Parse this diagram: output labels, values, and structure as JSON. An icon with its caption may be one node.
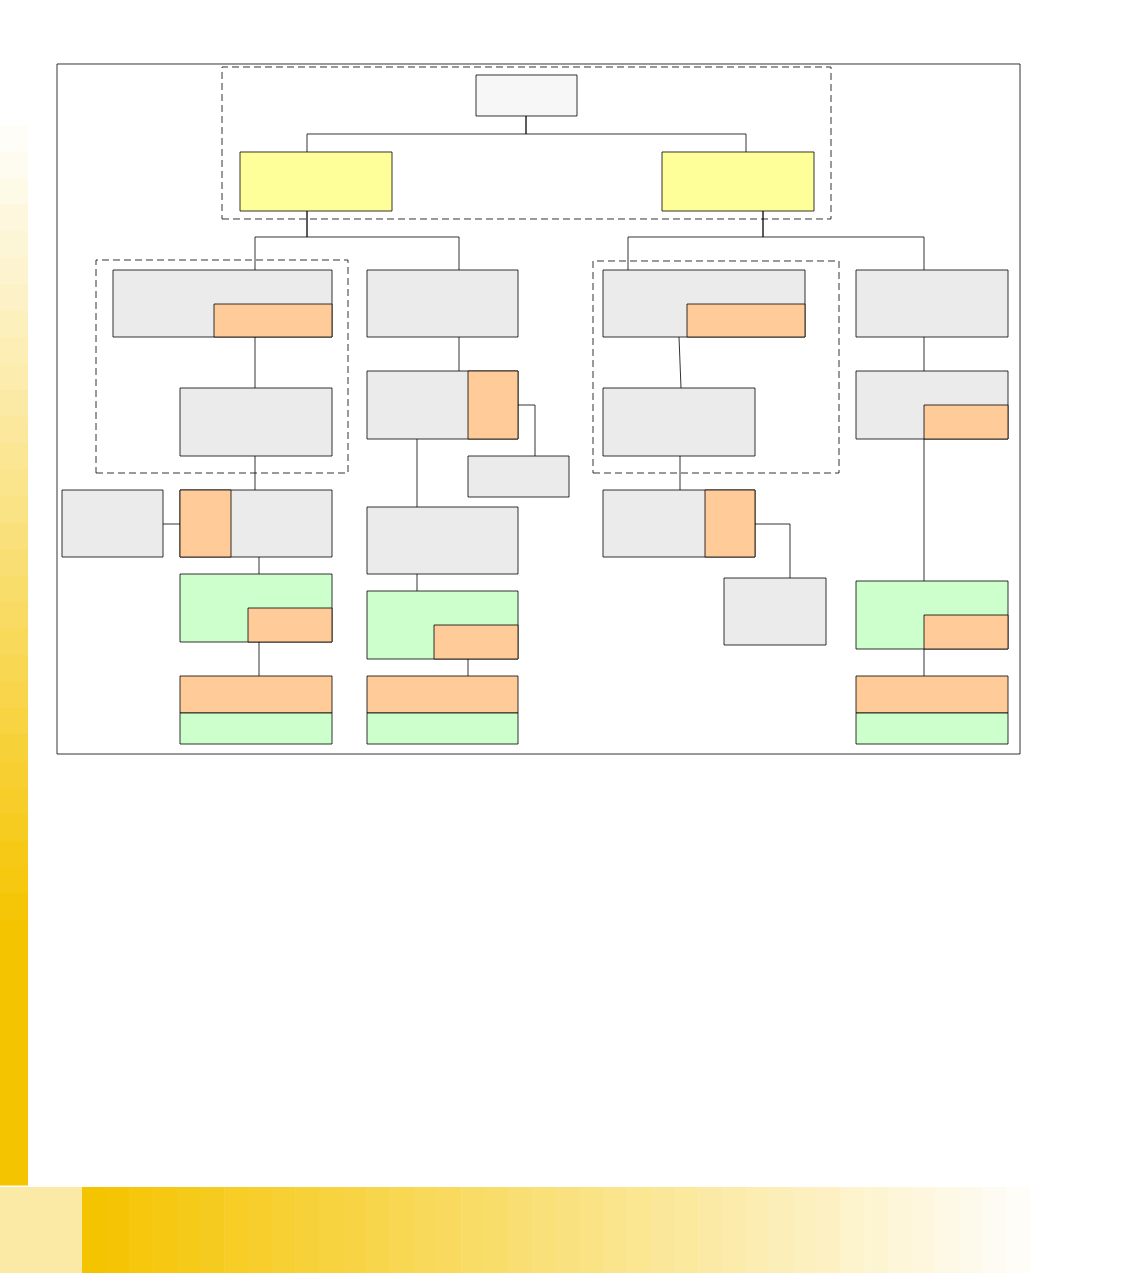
{
  "diagram": {
    "nodes": [
      {
        "text": [],
        "shape": "box"
      },
      {
        "text": [],
        "shape": "box",
        "in": 0
      },
      {
        "text": [],
        "shape": "box",
        "in": 0
      },
      {
        "text": [],
        "shape": "box",
        "in": 0
      },
      {
        "text": [],
        "shape": "box"
      },
      {
        "text": [],
        "shape": "box",
        "in": 4
      },
      {
        "text": [],
        "shape": "box",
        "in": 5
      },
      {
        "text": [],
        "shape": "box",
        "in": 4
      },
      {
        "text": [],
        "shape": "box"
      },
      {
        "text": [],
        "shape": "box"
      },
      {
        "text": [],
        "shape": "box",
        "in": 9
      },
      {
        "text": [],
        "shape": "box"
      },
      {
        "text": [],
        "shape": "box"
      },
      {
        "text": [],
        "shape": "box"
      },
      {
        "text": [],
        "shape": "box",
        "in": 13
      },
      {
        "text": [],
        "shape": "box"
      },
      {
        "text": [],
        "shape": "box"
      },
      {
        "text": [],
        "shape": "box",
        "in": 16
      },
      {
        "text": [],
        "shape": "box"
      },
      {
        "text": [],
        "shape": "box",
        "in": 18
      },
      {
        "text": [],
        "shape": "box"
      },
      {
        "text": [],
        "shape": "box"
      },
      {
        "text": [],
        "shape": "box"
      },
      {
        "text": [],
        "shape": "box"
      },
      {
        "text": [],
        "shape": "box"
      },
      {
        "text": [],
        "shape": "box",
        "in": 24
      },
      {
        "text": [],
        "shape": "box",
        "in": 25
      },
      {
        "text": [],
        "shape": "box",
        "in": 24
      },
      {
        "text": [],
        "shape": "box"
      },
      {
        "text": [],
        "shape": "box",
        "in": 28
      },
      {
        "text": [],
        "shape": "box"
      },
      {
        "text": [],
        "shape": "box"
      },
      {
        "text": [],
        "shape": "box"
      },
      {
        "text": [],
        "shape": "box",
        "in": 32
      },
      {
        "text": [],
        "shape": "box"
      },
      {
        "text": [],
        "shape": "box",
        "in": 34
      },
      {
        "text": [],
        "shape": "box"
      },
      {
        "text": [],
        "shape": "box"
      }
    ],
    "edges": [
      {
        "from": 1,
        "to": 2,
        "arrow": "none"
      },
      {
        "from": 1,
        "to": 3,
        "arrow": "none"
      },
      {
        "from": 2,
        "to": 5,
        "arrow": "none"
      },
      {
        "from": 2,
        "to": 8,
        "arrow": "none"
      },
      {
        "from": 3,
        "to": 25,
        "arrow": "none"
      },
      {
        "from": 3,
        "to": 31,
        "arrow": "none"
      },
      {
        "from": 5,
        "to": 7,
        "arrow": "none"
      },
      {
        "from": 7,
        "to": 13,
        "arrow": "none"
      },
      {
        "from": 12,
        "to": 14,
        "arrow": "none"
      },
      {
        "from": 13,
        "to": 16,
        "arrow": "none"
      },
      {
        "from": 17,
        "to": 20,
        "arrow": "none"
      },
      {
        "from": 8,
        "to": 9,
        "arrow": "none"
      },
      {
        "from": 10,
        "to": 11,
        "arrow": "none"
      },
      {
        "from": 9,
        "to": 15,
        "arrow": "none"
      },
      {
        "from": 15,
        "to": 18,
        "arrow": "none"
      },
      {
        "from": 19,
        "to": 22,
        "arrow": "none"
      },
      {
        "from": 25,
        "to": 27,
        "arrow": "none"
      },
      {
        "from": 27,
        "to": 28,
        "arrow": "none"
      },
      {
        "from": 29,
        "to": 30,
        "arrow": "none"
      },
      {
        "from": 31,
        "to": 32,
        "arrow": "none"
      },
      {
        "from": 33,
        "to": 34,
        "arrow": "none"
      },
      {
        "from": 35,
        "to": 36,
        "arrow": "none"
      }
    ]
  }
}
